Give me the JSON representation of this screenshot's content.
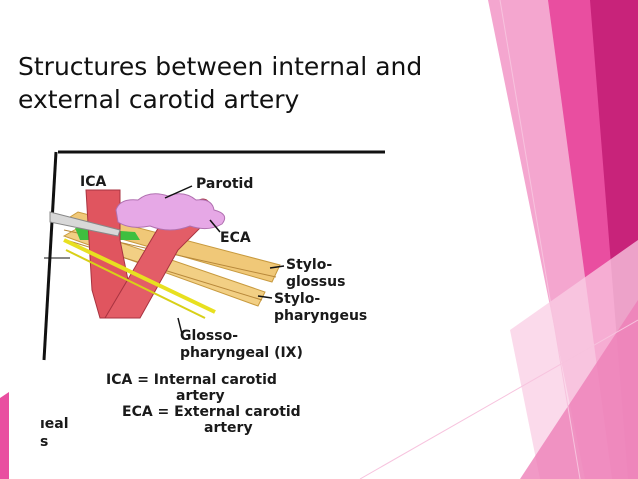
{
  "slide": {
    "title_line1": "Structures between internal and",
    "title_line2": "external carotid artery"
  },
  "diagram": {
    "labels": {
      "ica": "ICA",
      "parotid": "Parotid",
      "eca": "ECA",
      "stylo1": "Stylo-",
      "glossus": "glossus",
      "stylo2": "Stylo-",
      "pharyngeus": "pharyngeus",
      "glosso": "Glosso-",
      "pharyngeal": "pharyngeal (IX)"
    },
    "legend": {
      "ica_line1": "ICA = Internal carotid",
      "ica_line2": "artery",
      "eca_line1": "ECA = External carotid",
      "eca_line2": "artery"
    },
    "partial_text": {
      "line1": "ıeal",
      "line2": "s"
    }
  },
  "colors": {
    "accent_pink": "#e94ea0",
    "light_pink": "#f6b4d6",
    "deep_pink": "#c8237a",
    "artery_red": "#e0555f",
    "muscle_yellow": "#f0c878",
    "nerve_yellow": "#e8e020"
  }
}
